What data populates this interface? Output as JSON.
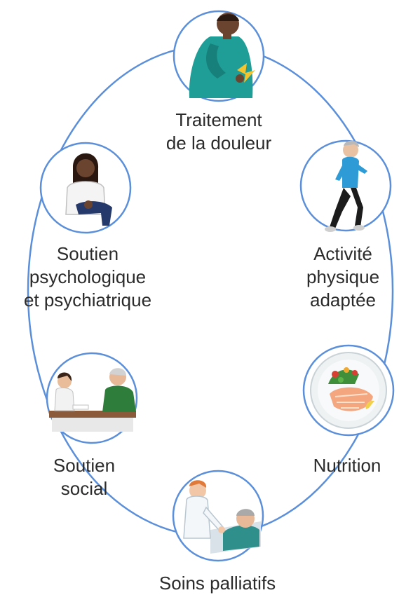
{
  "nodes": [
    {
      "id": "pain",
      "lines": [
        "Traitement",
        "de la douleur"
      ],
      "icon": "man-with-back-pain-illustration"
    },
    {
      "id": "activity",
      "lines": [
        "Activité",
        "physique",
        "adaptée"
      ],
      "icon": "running-senior-woman-illustration"
    },
    {
      "id": "nutrition",
      "lines": [
        "Nutrition"
      ],
      "icon": "plate-salmon-vegetables-illustration"
    },
    {
      "id": "palliative",
      "lines": [
        "Soins palliatifs"
      ],
      "icon": "nurse-with-patient-in-bed-illustration"
    },
    {
      "id": "social",
      "lines": [
        "Soutien",
        "social"
      ],
      "icon": "social-worker-meeting-illustration"
    },
    {
      "id": "psych",
      "lines": [
        "Soutien",
        "psychologique",
        "et psychiatrique"
      ],
      "icon": "seated-woman-psychologist-illustration"
    }
  ],
  "colors": {
    "ring": "#5b8fd9",
    "circle_border": "#5b8fd9",
    "text": "#2b2b2b"
  }
}
